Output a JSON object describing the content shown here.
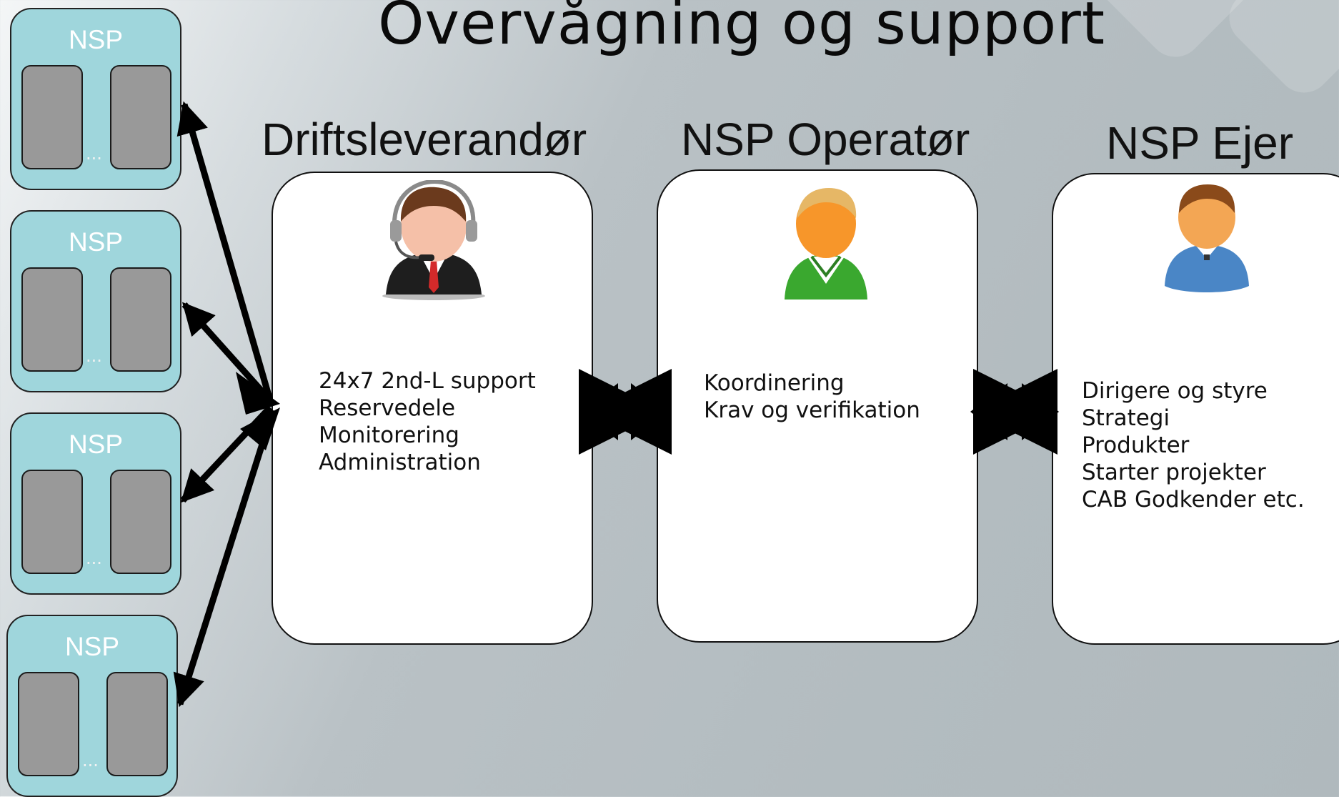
{
  "title": "Overvågning og support",
  "nsp_instances": [
    {
      "label": "NSP",
      "ellipsis": "..."
    },
    {
      "label": "NSP",
      "ellipsis": "..."
    },
    {
      "label": "NSP",
      "ellipsis": "..."
    },
    {
      "label": "NSP",
      "ellipsis": "..."
    }
  ],
  "roles": [
    {
      "title": "Driftsleverandør",
      "icon": "support-agent-headset-icon",
      "items": [
        "24x7 2nd-L support",
        "Reservedele",
        "Monitorering",
        "Administration"
      ]
    },
    {
      "title": "NSP Operatør",
      "icon": "green-operator-person-icon",
      "items": [
        "Koordinering",
        "Krav og verifikation"
      ]
    },
    {
      "title": "NSP Ejer",
      "icon": "blue-owner-person-icon",
      "items": [
        "Dirigere og styre",
        "Strategi",
        "Produkter",
        "Starter projekter",
        "CAB Godkender etc."
      ]
    }
  ],
  "colors": {
    "nsp_box_fill": "#9fd6dc",
    "server_fill": "#999999",
    "role_box_fill": "#ffffff",
    "arrow": "#000000"
  }
}
